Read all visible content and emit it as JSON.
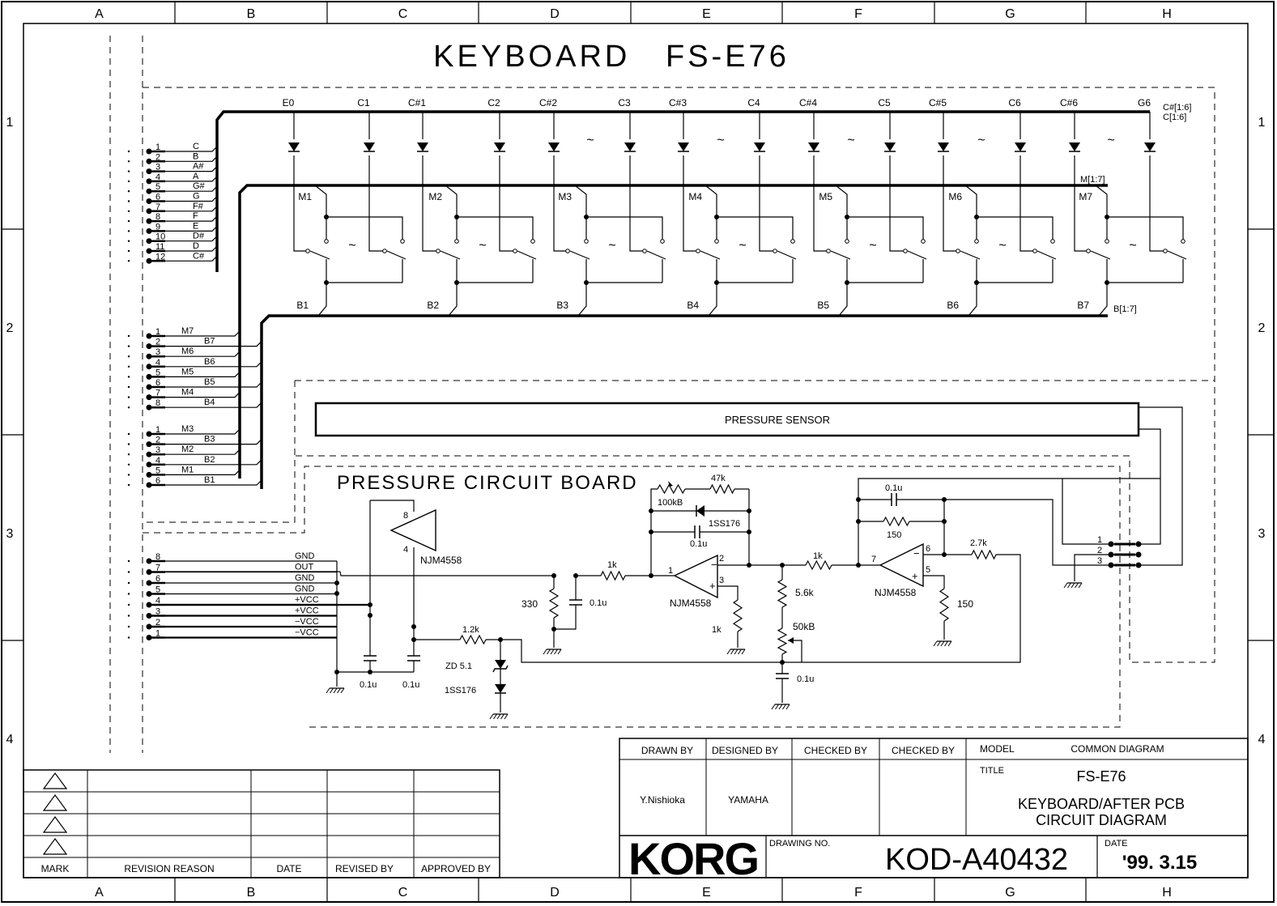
{
  "border_columns": [
    "A",
    "B",
    "C",
    "D",
    "E",
    "F",
    "G",
    "H"
  ],
  "border_rows": [
    "1",
    "2",
    "3",
    "4"
  ],
  "title": "KEYBOARD   FS-E76",
  "keyboard": {
    "notes": [
      "E0",
      "C1",
      "C#1",
      "C2",
      "C#2",
      "C3",
      "C#3",
      "C4",
      "C#4",
      "C5",
      "C#5",
      "C6",
      "C#6",
      "G6"
    ],
    "bus_c_label": "C#[1:6]",
    "bus_c_label2": "C[1:6]",
    "bus_m_label": "M[1:7]",
    "bus_b_label": "B[1:7]",
    "m_labels": [
      "M1",
      "M2",
      "M3",
      "M4",
      "M5",
      "M6",
      "M7"
    ],
    "b_labels": [
      "B1",
      "B2",
      "B3",
      "B4",
      "B5",
      "B6",
      "B7"
    ],
    "tilde": "~"
  },
  "connector1": {
    "pins": [
      "1",
      "2",
      "3",
      "4",
      "5",
      "6",
      "7",
      "8",
      "9",
      "10",
      "11",
      "12"
    ],
    "signals": [
      "C",
      "B",
      "A#",
      "A",
      "G#",
      "G",
      "F#",
      "F",
      "E",
      "D#",
      "D",
      "C#"
    ]
  },
  "connector2": {
    "pins": [
      "1",
      "2",
      "3",
      "4",
      "5",
      "6",
      "7",
      "8"
    ],
    "signals": [
      "M7",
      "B7",
      "M6",
      "B6",
      "M5",
      "B5",
      "M4",
      "B4"
    ]
  },
  "connector3": {
    "pins": [
      "1",
      "2",
      "3",
      "4",
      "5",
      "6"
    ],
    "signals": [
      "M3",
      "B3",
      "M2",
      "B2",
      "M1",
      "B1"
    ]
  },
  "connector4": {
    "pins": [
      "8",
      "7",
      "6",
      "5",
      "4",
      "3",
      "2",
      "1"
    ],
    "signals": [
      "GND",
      "OUT",
      "GND",
      "GND",
      "+VCC",
      "+VCC",
      "−VCC",
      "−VCC"
    ]
  },
  "pressure_sensor": "PRESSURE SENSOR",
  "pressure_board": "PRESSURE CIRCUIT BOARD",
  "sensor_pins": [
    "1",
    "2",
    "3"
  ],
  "components": {
    "ic_main": "NJM4558",
    "ic_pin8": "8",
    "ic_pin4": "4",
    "r_330": "330",
    "c_01u": "0.1u",
    "r_1k": "1k",
    "r_12k": "1.2k",
    "zd": "ZD  5.1",
    "diode": "1SS176",
    "r_47k": "47k",
    "vr_100kb": "100kB",
    "r_56k": "5.6k",
    "vr_50kb": "50kB",
    "r_150": "150",
    "r_27k": "2.7k",
    "pin1": "1",
    "pin2": "2",
    "pin3": "3",
    "pin5": "5",
    "pin6": "6",
    "pin7": "7",
    "minus": "−",
    "plus": "+"
  },
  "revision_block": {
    "mark": "MARK",
    "reason": "REVISION REASON",
    "date": "DATE",
    "revised_by": "REVISED BY",
    "approved_by": "APPROVED BY"
  },
  "title_block": {
    "drawn_by_label": "DRAWN BY",
    "designed_by_label": "DESIGNED BY",
    "checked_by_label": "CHECKED BY",
    "checked_by_label2": "CHECKED BY",
    "drawn_by": "Y.Nishioka",
    "designed_by": "YAMAHA",
    "model_label": "MODEL",
    "model": "COMMON DIAGRAM",
    "title_label": "TITLE",
    "title_line1": "FS-E76",
    "title_line2": "KEYBOARD/AFTER PCB",
    "title_line3": "CIRCUIT DIAGRAM",
    "logo": "KORG",
    "drawing_no_label": "DRAWING NO.",
    "drawing_no": "KOD-A40432",
    "date_label": "DATE",
    "date": "'99. 3.15"
  }
}
